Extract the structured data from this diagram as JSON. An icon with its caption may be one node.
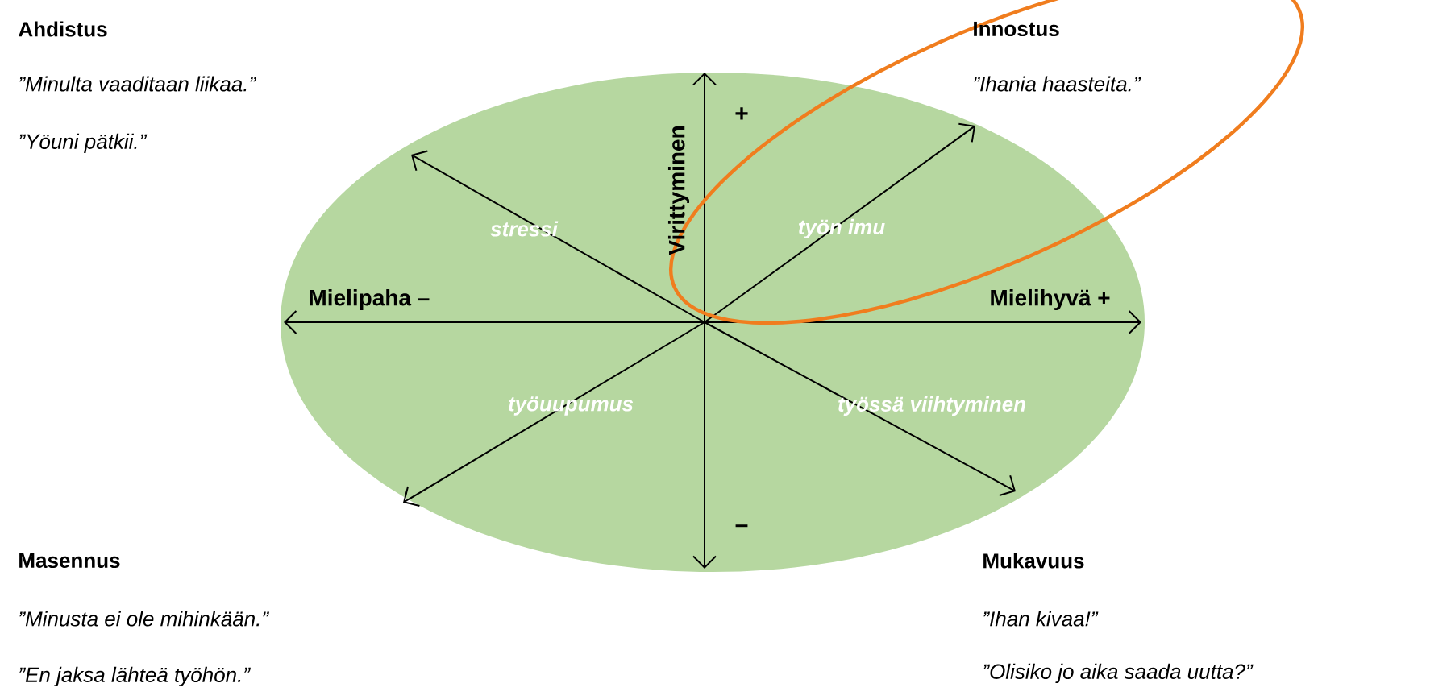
{
  "diagram": {
    "labels": [
      "Ahdistus",
      "”Minulta vaaditaan liikaa.”",
      "”Yöuni pätkii.”",
      "Innostus",
      "”Ihania haasteita.”",
      "+",
      "Virittyminen",
      "stressi",
      "työn imu",
      "Mielipaha –",
      "Mielihyvä +",
      "työuupumus",
      "työssä viihtyminen",
      "–",
      "Masennus",
      "”Minusta ei ole mihinkään.”",
      "”En jaksa lähteä työhön.”",
      "Mukavuus",
      "”Ihan kivaa!”",
      "”Olisiko jo aika saada uutta?”"
    ]
  }
}
